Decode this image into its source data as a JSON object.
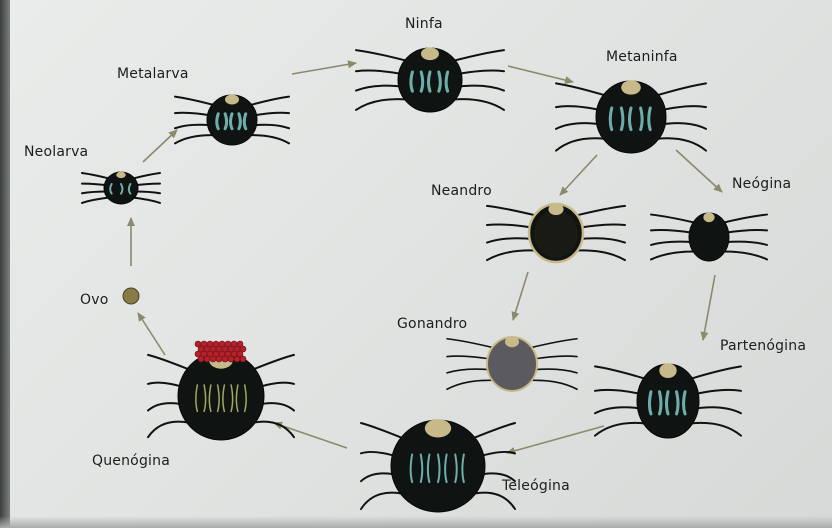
{
  "stages": {
    "ninfa": "Ninfa",
    "metalarva": "Metalarva",
    "metaninfa": "Metaninfa",
    "neolarva": "Neolarva",
    "neandro": "Neandro",
    "neogina": "Neógina",
    "ovo": "Ovo",
    "gonandro": "Gonandro",
    "partenogina": "Partenógina",
    "quenogina": "Quenógina",
    "teleogina": "Teleógina"
  },
  "colors": {
    "tick_body": "#0f1412",
    "tick_marking": "#7fc9c6",
    "capitulum": "#c8b98a",
    "arrow": "#8b8a6d",
    "egg": "#8a7a48",
    "egg_mass": "#b5202a"
  }
}
